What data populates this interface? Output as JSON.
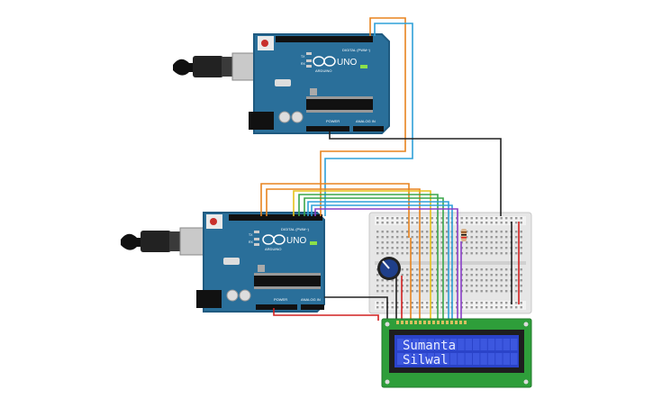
{
  "colors": {
    "board": "#2a6f9a",
    "board_dark": "#1f5a80",
    "lcd_pcb": "#2e9e3a",
    "lcd_screen": "#2a43c9",
    "breadboard": "#e6e6e6",
    "wire_orange": "#e8841f",
    "wire_blue": "#2fa0d8",
    "wire_black": "#222222",
    "wire_red": "#d22020",
    "wire_yellow": "#e8c21a",
    "wire_green": "#3aa64a",
    "wire_purple": "#8a3ec8"
  },
  "boards": [
    {
      "brand": "ARDUINO",
      "model": "UNO",
      "digital_label": "DIGITAL (PWM~)",
      "power_label": "POWER",
      "analog_label": "ANALOG IN",
      "tx_label": "TX",
      "rx_label": "RX"
    },
    {
      "brand": "ARDUINO",
      "model": "UNO",
      "digital_label": "DIGITAL (PWM~)",
      "power_label": "POWER",
      "analog_label": "ANALOG IN",
      "tx_label": "TX",
      "rx_label": "RX"
    }
  ],
  "lcd": {
    "line1": "Sumanta",
    "line2": "Silwal"
  },
  "icons": {
    "usb_cable": "usb-plug-icon",
    "potentiometer": "potentiometer-icon",
    "resistor": "resistor-icon"
  }
}
